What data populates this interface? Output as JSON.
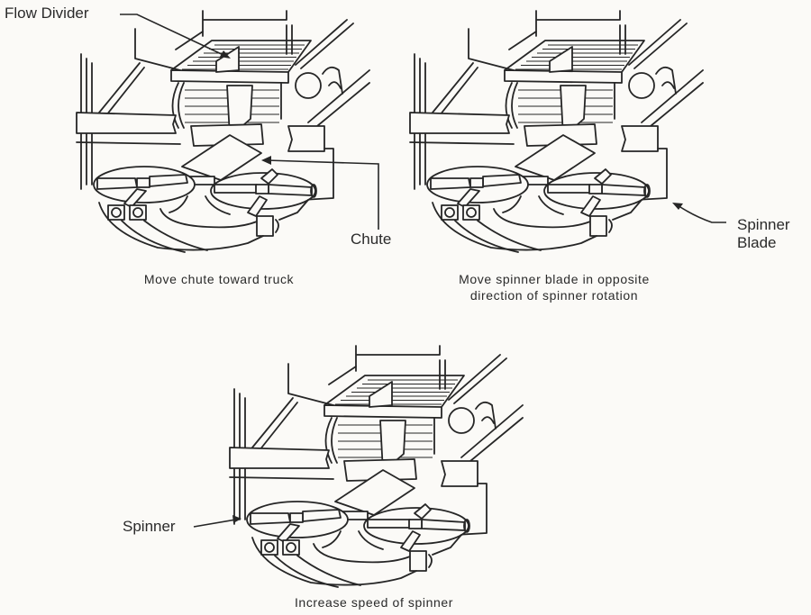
{
  "diagram": {
    "title": "Spinner spreader adjustment methods",
    "panels": [
      {
        "id": "panel-1",
        "caption": [
          "Move chute toward truck"
        ],
        "labels": [
          "Flow Divider",
          "Chute"
        ]
      },
      {
        "id": "panel-2",
        "caption": [
          "Move spinner blade in opposite",
          "direction of spinner rotation"
        ],
        "labels": [
          "Spinner",
          "Blade"
        ]
      },
      {
        "id": "panel-3",
        "caption": [
          "Increase speed of spinner"
        ],
        "labels": [
          "Spinner"
        ]
      }
    ]
  }
}
